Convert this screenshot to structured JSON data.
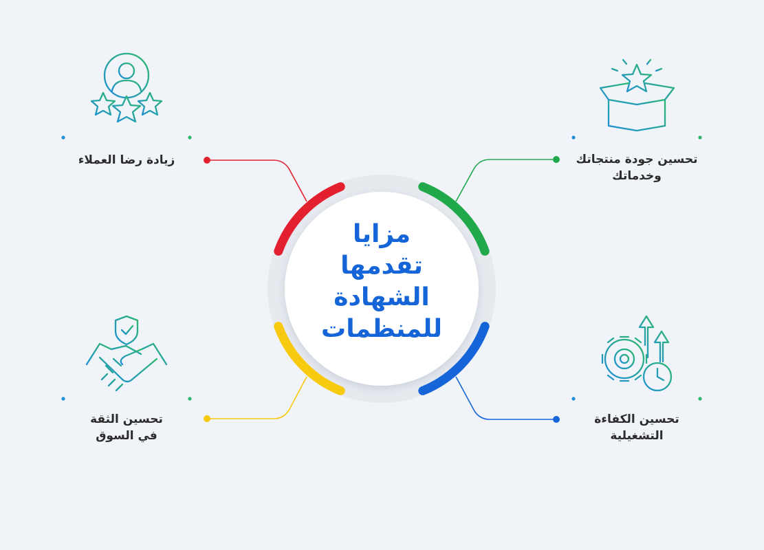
{
  "center": {
    "title_lines": [
      "مزايا",
      "تقدمها",
      "الشهادة",
      "للمنظمات"
    ]
  },
  "benefits": {
    "customer_satisfaction": {
      "lines": [
        "زيادة رضا العملاء"
      ],
      "icon": "customer-stars-icon",
      "color": "#e3202f"
    },
    "product_quality": {
      "lines": [
        "تحسين جودة منتجاتك",
        "وخدماتك"
      ],
      "icon": "gift-box-star-icon",
      "color": "#20a84a"
    },
    "market_trust": {
      "lines": [
        "تحسين الثقة",
        "في السوق"
      ],
      "icon": "handshake-shield-icon",
      "color": "#f7c90f"
    },
    "operational_efficiency": {
      "lines": [
        "تحسين الكفاءة",
        "التشغيلية"
      ],
      "icon": "gear-clock-arrows-icon",
      "color": "#1565d8"
    }
  },
  "colors": {
    "background": "#f0f3f8",
    "title": "#1565d8",
    "icon_gradient_start": "#1f8fd6",
    "icon_gradient_end": "#2cb86c"
  }
}
